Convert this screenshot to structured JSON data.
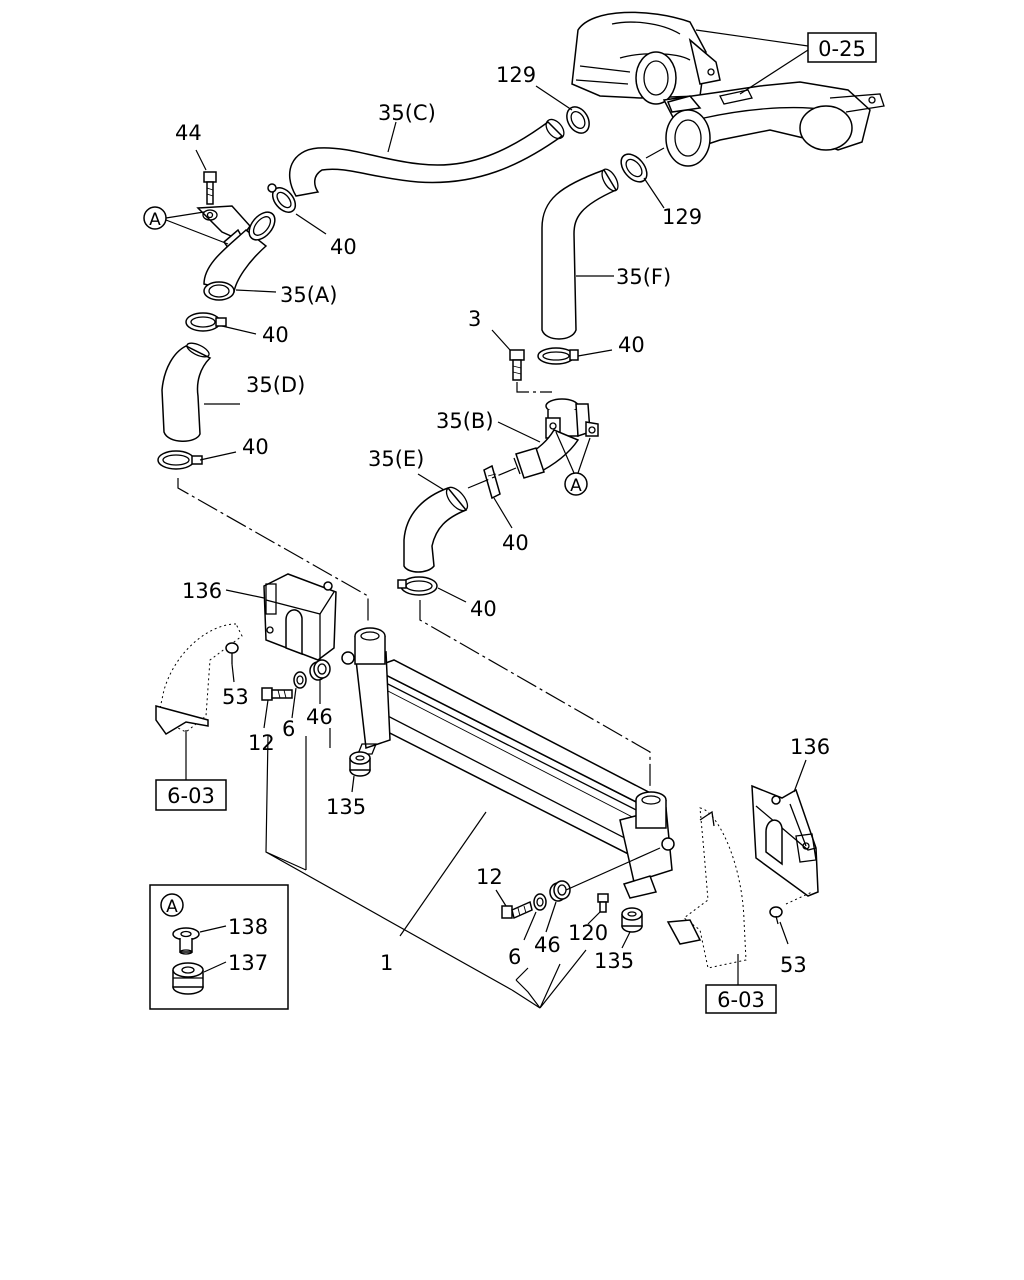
{
  "callouts": {
    "c44": "44",
    "cA1": "A",
    "c40a": "40",
    "c35A": "35(A)",
    "c40b": "40",
    "c35D": "35(D)",
    "c40c": "40",
    "c35C": "35(C)",
    "c129a": "129",
    "c025": "0-25",
    "c129b": "129",
    "c35F": "35(F)",
    "c3": "3",
    "c40d": "40",
    "c35B": "35(B)",
    "c35E": "35(E)",
    "cA2": "A",
    "c40e": "40",
    "c40f": "40",
    "c136a": "136",
    "c53a": "53",
    "c12a": "12",
    "c6a": "6",
    "c46a": "46",
    "c603a": "6-03",
    "c135a": "135",
    "c136b": "136",
    "c12b": "12",
    "c6b": "6",
    "c46b": "46",
    "c120": "120",
    "c135b": "135",
    "c1": "1",
    "c53b": "53",
    "c603b": "6-03",
    "cA3": "A",
    "c138": "138",
    "c137": "137"
  }
}
